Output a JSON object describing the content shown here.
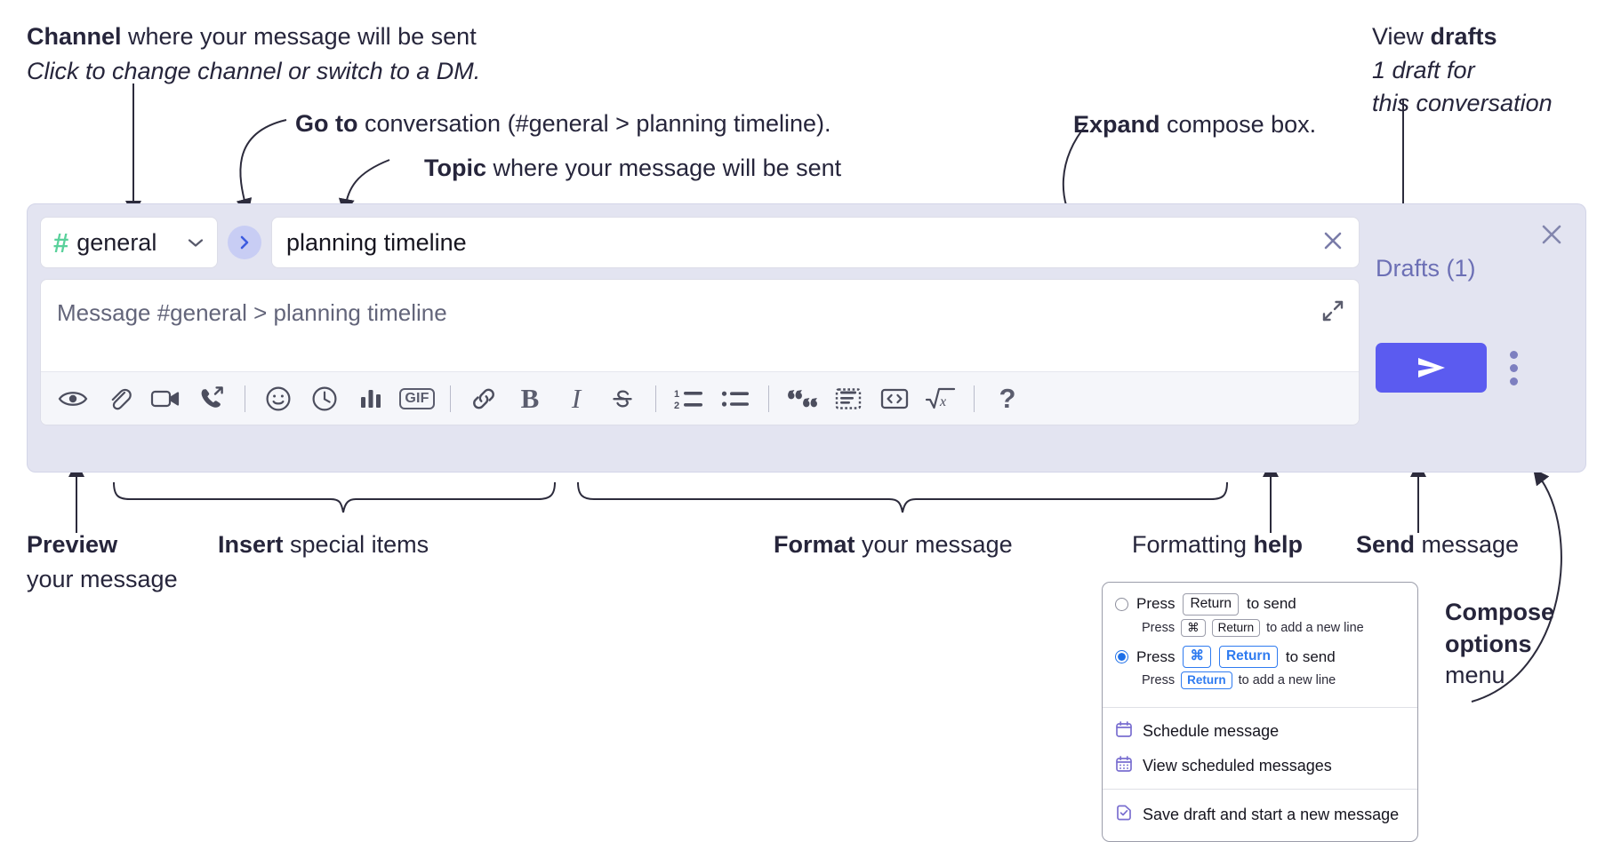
{
  "annotations": {
    "channel": {
      "bold": "Channel",
      "rest": " where your message will be sent",
      "sub": "Click to change channel or switch to a DM."
    },
    "goto": {
      "bold": "Go to",
      "rest": " conversation (#general > planning timeline)."
    },
    "topic": {
      "bold": "Topic",
      "rest": " where your message will be sent"
    },
    "expand": {
      "bold": "Expand",
      "rest": " compose box."
    },
    "drafts": {
      "bold_pre": "View ",
      "bold": "drafts",
      "sub1": "1 draft for",
      "sub2": "this conversation"
    },
    "preview": {
      "bold": "Preview",
      "sub": "your message"
    },
    "insert": {
      "bold": "Insert",
      "rest": " special items"
    },
    "format": {
      "bold": "Format",
      "rest": " your message"
    },
    "help": {
      "pre": "Formatting ",
      "bold": "help"
    },
    "send": {
      "bold": "Send",
      "rest": " message"
    },
    "compose_options": {
      "line1": "Compose",
      "line2": "options",
      "line3": "menu"
    }
  },
  "compose": {
    "channel": {
      "hash": "#",
      "name": "general",
      "caret": "⌄"
    },
    "goto_button_label": "go-to-conversation",
    "topic": {
      "value": "planning timeline"
    },
    "message": {
      "placeholder": "Message #general > planning timeline"
    },
    "drafts_label": "Drafts (1)",
    "send_label": "send",
    "toolbar": [
      {
        "name": "preview-icon",
        "label": "Preview"
      },
      {
        "name": "attachment-icon",
        "label": "Attach file"
      },
      {
        "name": "video-icon",
        "label": "Record video clip"
      },
      {
        "name": "call-icon",
        "label": "Start a call"
      },
      {
        "name": "emoji-icon",
        "label": "Emoji"
      },
      {
        "name": "clock-icon",
        "label": "Reminder"
      },
      {
        "name": "poll-icon",
        "label": "Poll"
      },
      {
        "name": "gif-icon",
        "label": "GIF"
      },
      {
        "name": "link-icon",
        "label": "Link"
      },
      {
        "name": "bold-icon",
        "label": "B"
      },
      {
        "name": "italic-icon",
        "label": "I"
      },
      {
        "name": "strikethrough-icon",
        "label": "S"
      },
      {
        "name": "ordered-list-icon",
        "label": "Ordered list"
      },
      {
        "name": "bulleted-list-icon",
        "label": "Bulleted list"
      },
      {
        "name": "blockquote-icon",
        "label": "Blockquote"
      },
      {
        "name": "spoiler-icon",
        "label": "Spoiler"
      },
      {
        "name": "code-icon",
        "label": "Code"
      },
      {
        "name": "math-icon",
        "label": "Math"
      },
      {
        "name": "help-icon",
        "label": "?"
      }
    ]
  },
  "menu": {
    "options": [
      {
        "selected": false,
        "press": "Press",
        "key1": "Return",
        "suffix": "to send",
        "sub_press": "Press",
        "sub_key1": "⌘",
        "sub_key2": "Return",
        "sub_suffix": "to add a new line"
      },
      {
        "selected": true,
        "press": "Press",
        "key1": "⌘",
        "key2": "Return",
        "suffix": "to send",
        "sub_press": "Press",
        "sub_key1": "Return",
        "sub_suffix": "to add a new line"
      }
    ],
    "items": [
      {
        "icon": "calendar-icon",
        "label": "Schedule message"
      },
      {
        "icon": "calendar-grid-icon",
        "label": "View scheduled messages"
      },
      {
        "icon": "save-draft-icon",
        "label": "Save draft and start a new message"
      }
    ]
  },
  "colors": {
    "panel_bg": "#e3e4f1",
    "accent_send": "#5b5bf0",
    "drafts_text": "#6c6fb5",
    "hash_green": "#5ad19b",
    "goto_circle": "#c8cdf4",
    "radio_blue": "#1d6fe8",
    "menu_icon_purple": "#7a6fd0"
  }
}
